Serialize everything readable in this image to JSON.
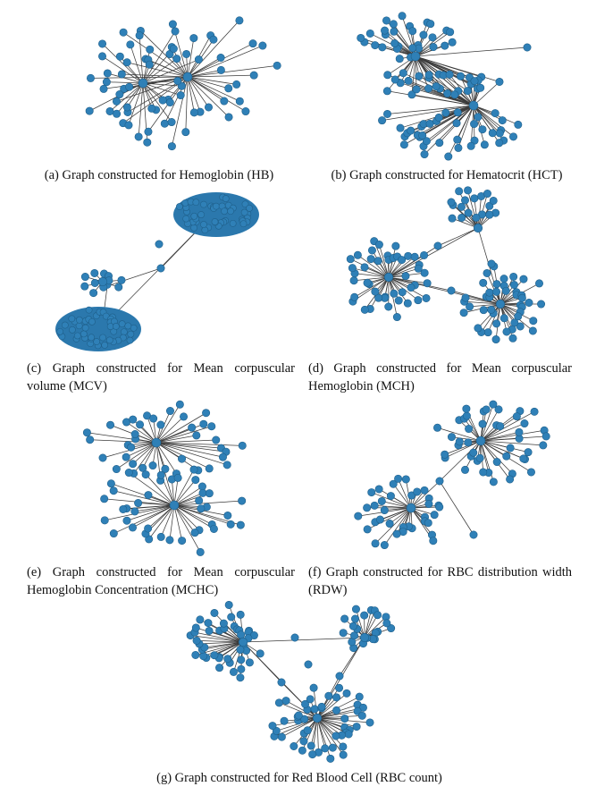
{
  "figures": [
    {
      "id": "a",
      "caption": "(a) Graph constructed for Hemoglobin (HB)"
    },
    {
      "id": "b",
      "caption": "(b) Graph constructed for Hematocrit (HCT)"
    },
    {
      "id": "c",
      "caption": "(c) Graph constructed for Mean corpuscular volume (MCV)"
    },
    {
      "id": "d",
      "caption": "(d) Graph constructed for Mean corpuscular Hemoglobin (MCH)"
    },
    {
      "id": "e",
      "caption": "(e) Graph constructed for Mean corpuscular Hemoglobin Concentration (MCHC)"
    },
    {
      "id": "f",
      "caption": "(f) Graph constructed for RBC distribution width (RDW)"
    },
    {
      "id": "g",
      "caption": "(g) Graph constructed for Red Blood Cell (RBC count)"
    }
  ],
  "colors": {
    "node": "#2f80b7",
    "node_border": "#1f5f8a",
    "edge": "#3b3b3b"
  }
}
